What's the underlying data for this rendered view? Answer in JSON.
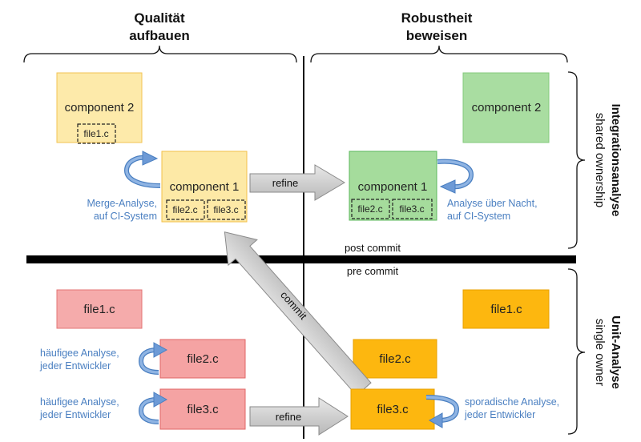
{
  "columns": {
    "left_title_1": "Qualität",
    "left_title_2": "aufbauen",
    "right_title_1": "Robustheit",
    "right_title_2": "beweisen"
  },
  "rows": {
    "top_bold": "Integrationsanalyse",
    "top_sub": "shared ownership",
    "bottom_bold": "Unit-Analyse",
    "bottom_sub": "single owner"
  },
  "divider": {
    "post": "post commit",
    "pre": "pre commit"
  },
  "top_left": {
    "component2": "component 2",
    "component2_file": "file1.c",
    "component1": "component 1",
    "file_a": "file2.c",
    "file_b": "file3.c",
    "note_1": "Merge-Analyse,",
    "note_2": "auf CI-System"
  },
  "top_right": {
    "component2": "component 2",
    "component1": "component 1",
    "file_a": "file2.c",
    "file_b": "file3.c",
    "note_1": "Analyse über Nacht,",
    "note_2": "auf CI-System"
  },
  "bottom_left": {
    "file1": "file1.c",
    "file2": "file2.c",
    "file3": "file3.c",
    "note2_1": "häufigee Analyse,",
    "note2_2": "jeder Entwickler",
    "note3_1": "häufigee Analyse,",
    "note3_2": "jeder Entwickler"
  },
  "bottom_right": {
    "file1": "file1.c",
    "file2": "file2.c",
    "file3": "file3.c",
    "note_1": "sporadische Analyse,",
    "note_2": "jeder Entwickler"
  },
  "arrows": {
    "refine_top": "refine",
    "refine_bottom": "refine",
    "commit": "commit"
  },
  "colors": {
    "yellow_fill": "#fde9a6",
    "yellow_stroke": "#f2c04a",
    "green_fill": "#a5dc9c",
    "green_stroke": "#5cb85c",
    "red_fill": "#f5a3a3",
    "red_stroke": "#e06666",
    "orange_fill": "#fdb70f",
    "orange_stroke": "#e8a000",
    "note_blue": "#4a7fc1",
    "arrow_gray": "#c8c8c8"
  }
}
